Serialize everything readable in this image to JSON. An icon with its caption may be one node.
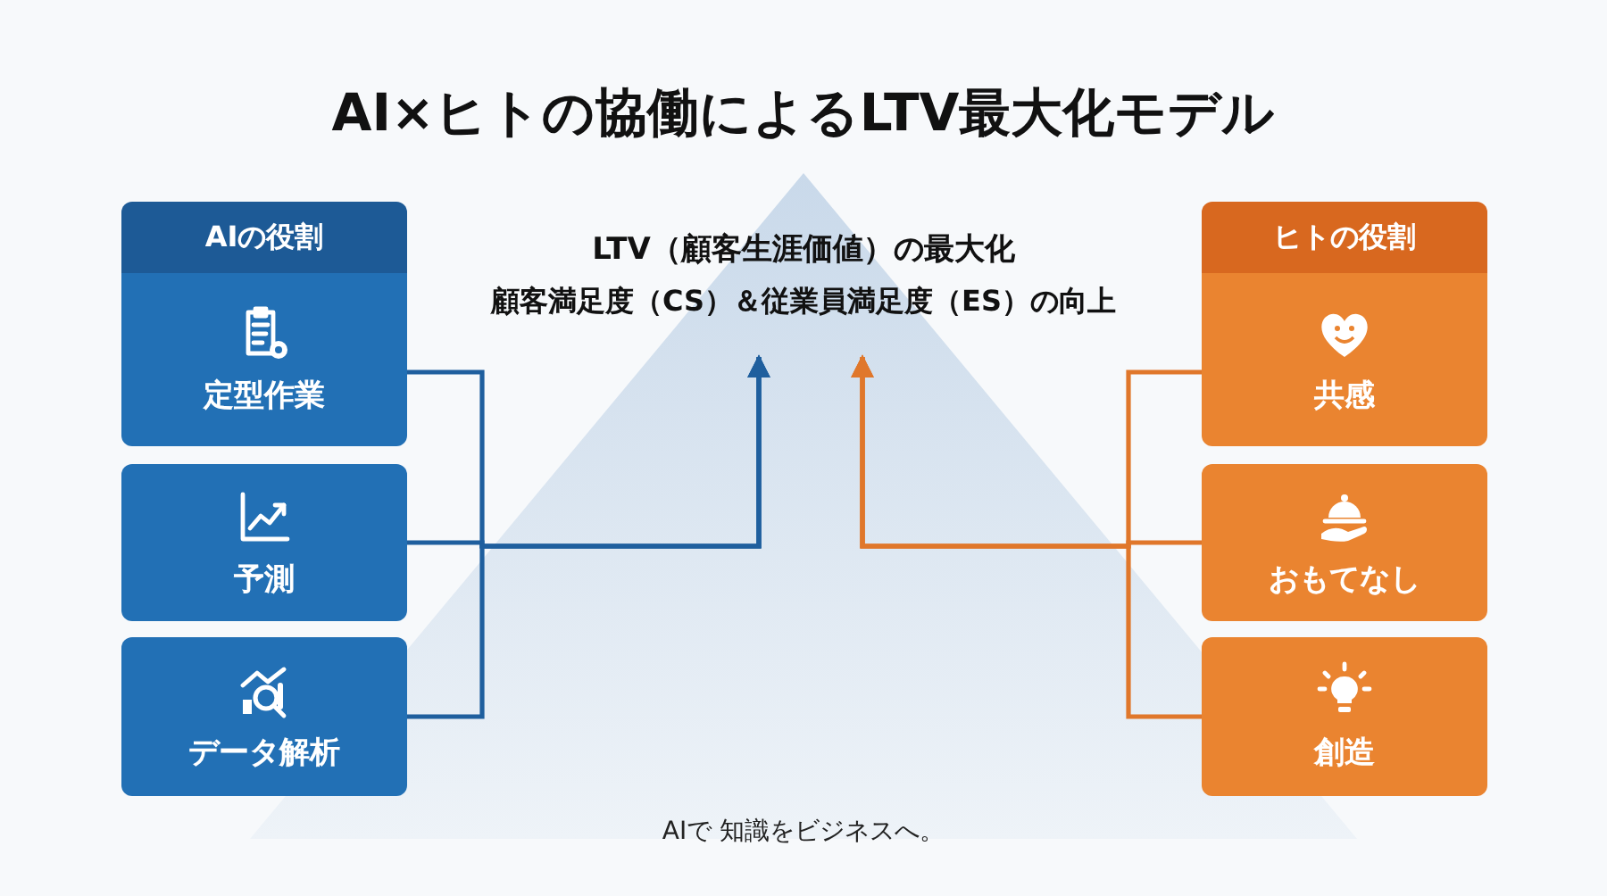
{
  "diagram": {
    "title": "AI×ヒトの協働によるLTV最大化モデル",
    "nodes": [
      {
        "text": [
          "AIの役割"
        ]
      },
      {
        "text": [
          "定型作業"
        ]
      },
      {
        "text": [
          "予測"
        ]
      },
      {
        "text": [
          "データ解析"
        ]
      },
      {
        "text": [
          "ヒトの役割"
        ]
      },
      {
        "text": [
          "共感"
        ]
      },
      {
        "text": [
          "おもてなし"
        ]
      },
      {
        "text": [
          "創造"
        ]
      },
      {
        "text": [
          "LTV（顧客生涯価値）の最大化",
          "顧客満足度（CS）＆従業員満足度（ES）の向上"
        ]
      }
    ],
    "edges": [
      {
        "from": 1,
        "to": 8,
        "arrow": "to",
        "color": "#1f5f9e"
      },
      {
        "from": 2,
        "to": 8,
        "arrow": "to",
        "color": "#1f5f9e"
      },
      {
        "from": 3,
        "to": 8,
        "arrow": "to",
        "color": "#1f5f9e"
      },
      {
        "from": 5,
        "to": 8,
        "arrow": "to",
        "color": "#e0772b"
      },
      {
        "from": 6,
        "to": 8,
        "arrow": "to",
        "color": "#e0772b"
      },
      {
        "from": 7,
        "to": 8,
        "arrow": "to",
        "color": "#e0772b"
      }
    ],
    "labels": [
      "AIで 知識をビジネスへ。"
    ]
  }
}
